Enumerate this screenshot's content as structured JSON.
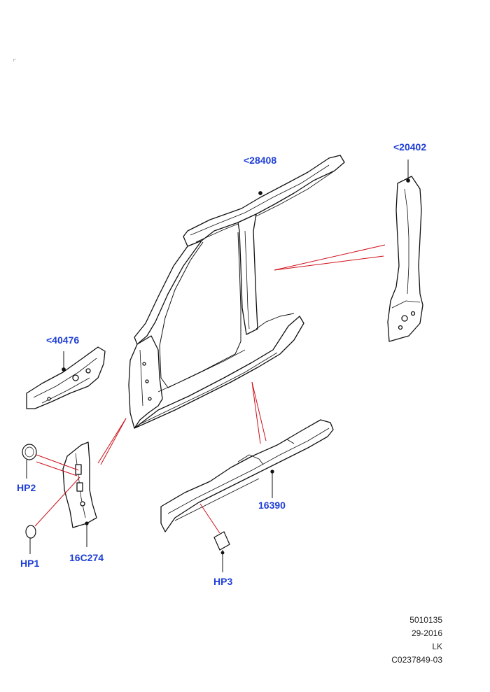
{
  "callouts": {
    "c28408": "<28408",
    "c20402": "<20402",
    "c40476": "<40476",
    "hp2": "HP2",
    "hp1": "HP1",
    "c16c274": "16C274",
    "c16390": "16390",
    "hp3": "HP3"
  },
  "meta": {
    "line1": "5010135",
    "line2": "29-2016",
    "line3": "LK",
    "line4": "C0237849-03"
  },
  "colors": {
    "callout": "#1f3fd6",
    "leader": "#d0101a",
    "linework": "#111111"
  }
}
